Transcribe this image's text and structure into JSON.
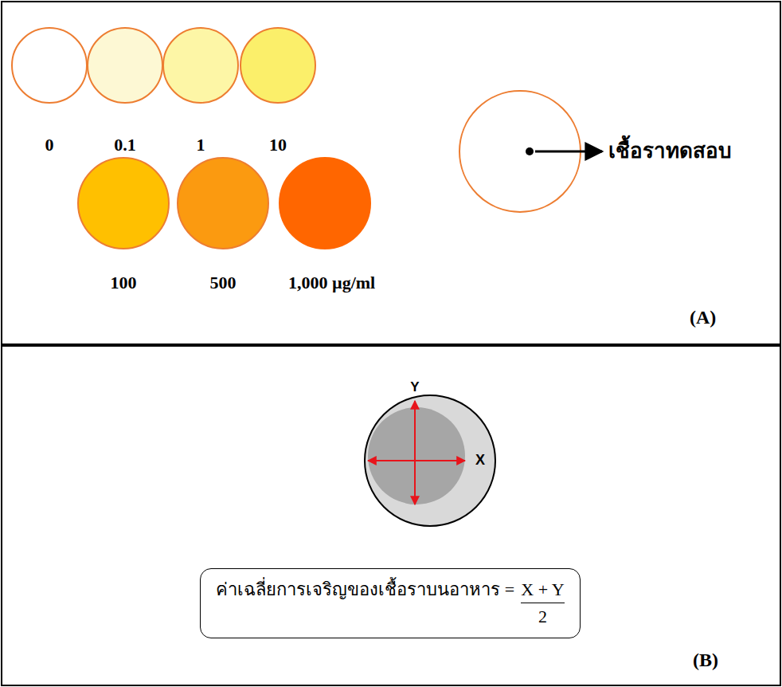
{
  "diagram": {
    "nodes": [
      {
        "text": [
          "(A)"
        ]
      },
      {
        "text": [
          "0"
        ],
        "in": 0
      },
      {
        "text": [
          "0.1"
        ],
        "in": 0
      },
      {
        "text": [
          "1"
        ],
        "in": 0
      },
      {
        "text": [
          "10"
        ],
        "in": 0
      },
      {
        "text": [
          "100"
        ],
        "in": 0
      },
      {
        "text": [
          "500"
        ],
        "in": 0
      },
      {
        "text": [
          "1,000 µg/ml"
        ],
        "in": 0
      },
      {
        "text": [
          "(B)"
        ]
      },
      {
        "text": [
          "ค่าเฉลี่ยการเจริญของเชื้อราบนอาหาร =",
          "X + Y",
          "2"
        ],
        "in": 8
      }
    ],
    "labels": [
      "เชื้อราทดสอบ",
      "X",
      "Y"
    ]
  }
}
